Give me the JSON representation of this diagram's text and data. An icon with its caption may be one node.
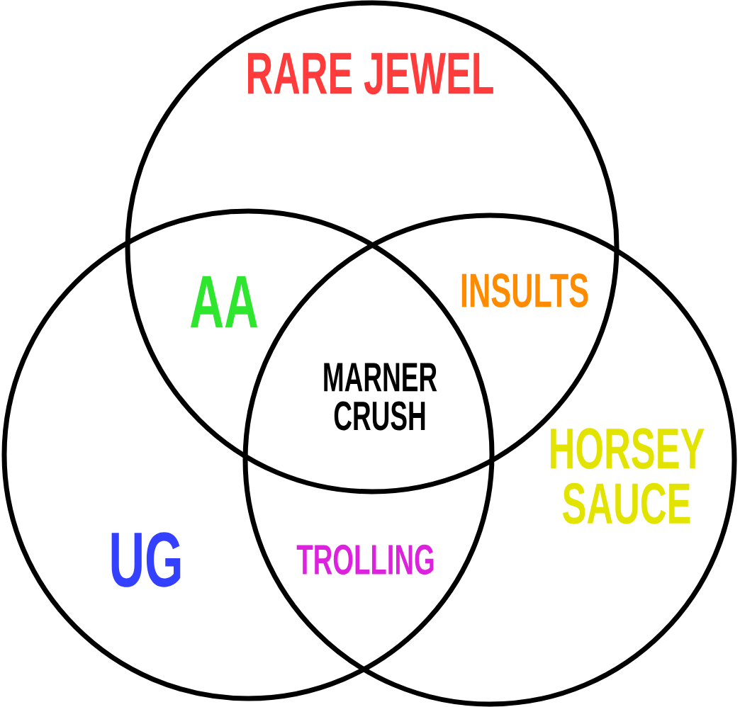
{
  "diagram": {
    "nodes": [
      {
        "text": [
          "RARE JEWEL"
        ]
      },
      {
        "text": [
          "UG"
        ]
      },
      {
        "text": [
          "HORSEY SAUCE"
        ]
      }
    ],
    "labels": [
      "AA",
      "INSULTS",
      "MARNER CRUSH",
      "TROLLING"
    ]
  }
}
